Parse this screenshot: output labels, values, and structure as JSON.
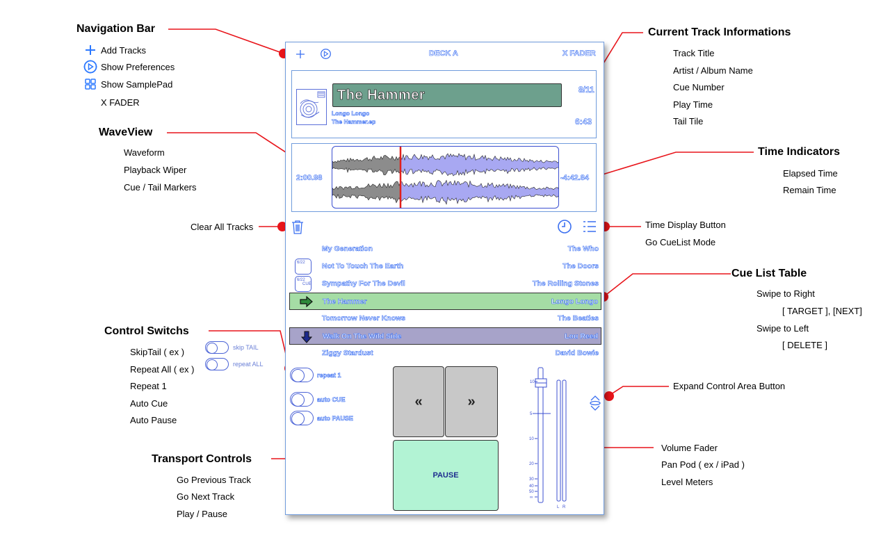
{
  "annotations": {
    "nav_bar": {
      "title": "Navigation Bar",
      "items": [
        "Add Tracks",
        "Show Preferences",
        "Show SamplePad",
        "X FADER"
      ]
    },
    "current_track": {
      "title": "Current Track Informations",
      "items": [
        "Track Title",
        "Artist / Album Name",
        "Cue Number",
        "Play Time",
        "Tail Tile"
      ]
    },
    "waveview": {
      "title": "WaveView",
      "items": [
        "Waveform",
        "Playback Wiper",
        "Cue / Tail Markers"
      ]
    },
    "time_indicators": {
      "title": "Time Indicators",
      "items": [
        "Elapsed Time",
        "Remain Time"
      ]
    },
    "clear_all": "Clear All Tracks",
    "time_display": "Time Display Button",
    "cuelist_mode": "Go CueList Mode",
    "cue_list_table": {
      "title": "Cue List Table",
      "items": [
        "Swipe to Right",
        "[ TARGET ], [NEXT]",
        "Swipe to Left",
        "[ DELETE ]"
      ]
    },
    "control_switches": {
      "title": "Control Switchs",
      "items": [
        "SkipTail ( ex )",
        "Repeat All ( ex )",
        "Repeat 1",
        "Auto Cue",
        "Auto Pause"
      ],
      "skip_tail_label": "skip TAIL",
      "repeat_all_label": "repeat ALL"
    },
    "expand": "Expand Control Area Button",
    "transport": {
      "title": "Transport Controls",
      "items": [
        "Go Previous Track",
        "Go Next Track",
        "Play / Pause"
      ]
    },
    "volume": {
      "items": [
        "Volume Fader",
        "Pan Pod ( ex / iPad )",
        "Level Meters"
      ]
    },
    "marker_color": "#e8141a",
    "icons": {
      "add": "plus-icon",
      "preferences": "play-circle-icon",
      "samplepad": "grid-icon"
    }
  },
  "app": {
    "nav": {
      "deck": "DECK A",
      "xfader": "X FADER"
    },
    "track": {
      "title": "The Hammer",
      "cue_number": "8/11",
      "artist": "Longo Longo",
      "album": "The Hammer.ep",
      "play_time": "6:43"
    },
    "wave": {
      "elapsed": "2:00.98",
      "remain": "-4:42.84",
      "played_fraction": 0.3
    },
    "cue_list": [
      {
        "title": "My Generation",
        "artist": "The Who",
        "state": "normal",
        "cue_tag": ""
      },
      {
        "title": "Not To Touch The Earth",
        "artist": "The Doors",
        "state": "normal",
        "cue_tag": "6/22"
      },
      {
        "title": "Sympathy For The Devil",
        "artist": "The Rolling Stones",
        "state": "normal",
        "cue_tag": "6/22"
      },
      {
        "title": "The Hammer",
        "artist": "Longo Longo",
        "state": "target",
        "cue_tag": ""
      },
      {
        "title": "Tomorrow Never Knows",
        "artist": "The Beatles",
        "state": "normal",
        "cue_tag": ""
      },
      {
        "title": "Walk On The Wild Side",
        "artist": "Lou Reed",
        "state": "next",
        "cue_tag": ""
      },
      {
        "title": "Ziggy Stardust",
        "artist": "David Bowie",
        "state": "normal",
        "cue_tag": ""
      }
    ],
    "mini_cue_word": "CUE",
    "switches": {
      "repeat1": "repeat 1",
      "auto_cue": "auto CUE",
      "auto_pause": "auto PAUSE"
    },
    "transport": {
      "prev": "«",
      "next": "»",
      "pause": "PAUSE"
    },
    "fader": {
      "scale": [
        "10",
        "5",
        "10",
        "20",
        "30",
        "40",
        "50",
        "∞"
      ],
      "meters": [
        "L",
        "R"
      ]
    },
    "colors": {
      "accent": "#3a6ff0",
      "title_bar": "#6da08d",
      "target_row": "#a5dda5",
      "next_row": "#a7a3c9",
      "pause_button": "#b2f3d4",
      "wave_played": "#8c8c8c",
      "wave_remaining": "#a8a8f2",
      "wiper": "#e0201c"
    }
  }
}
